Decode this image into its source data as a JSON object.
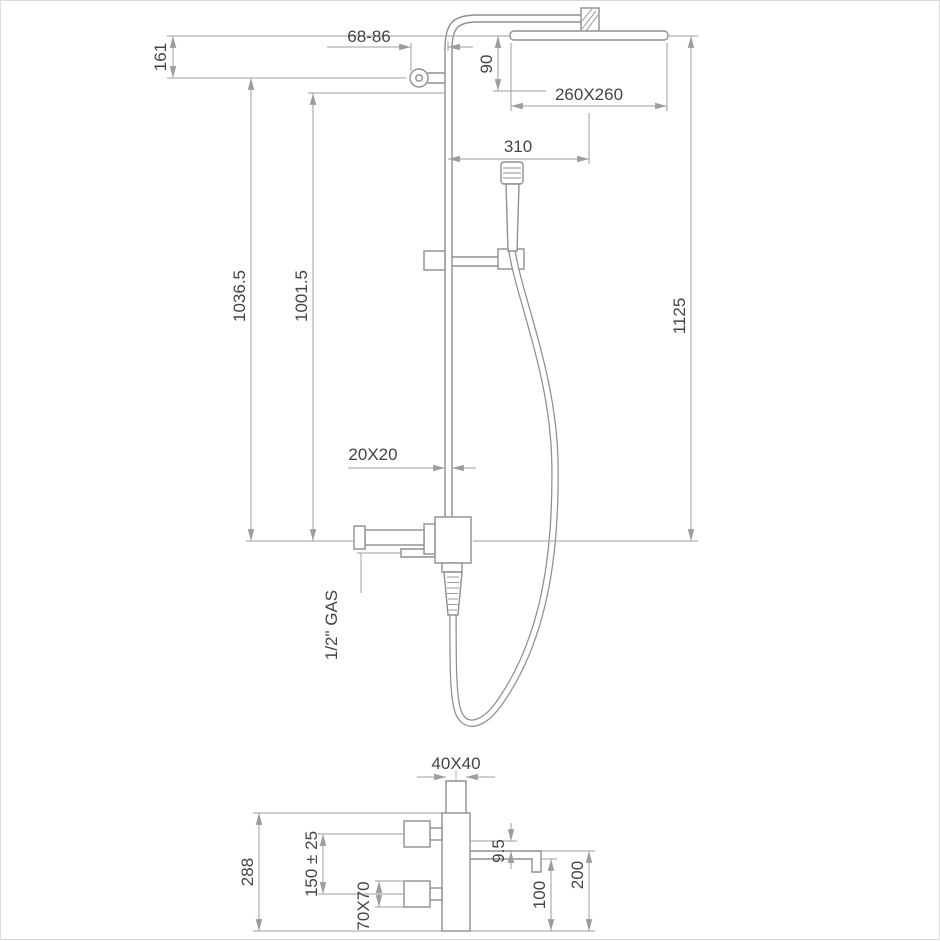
{
  "drawing": {
    "labels": {
      "dim_161": "161",
      "dim_68_86": "68-86",
      "dim_90": "90",
      "dim_260x260": "260X260",
      "dim_310": "310",
      "dim_1036_5": "1036.5",
      "dim_1001_5": "1001.5",
      "dim_1125": "1125",
      "dim_20x20": "20X20",
      "gas": "1/2\" GAS",
      "dim_40x40": "40X40",
      "dim_288": "288",
      "dim_150": "150 ± 25",
      "dim_70x70": "70X70",
      "dim_9_5": "9.5",
      "dim_100": "100",
      "dim_200": "200"
    },
    "colors": {
      "background": "#ffffff",
      "object_line": "#8f8f8f",
      "dimension_line": "#9d9d9d",
      "text": "#444444"
    }
  }
}
